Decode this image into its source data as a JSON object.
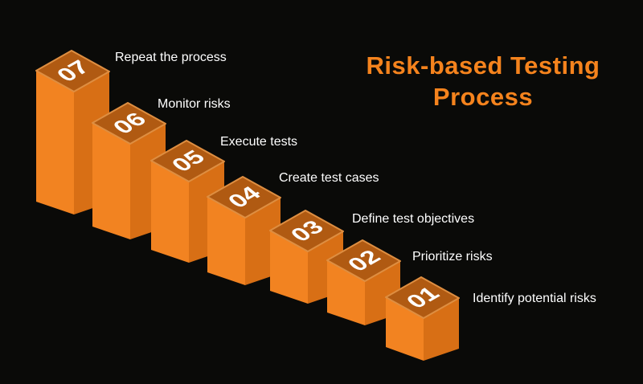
{
  "title": "Risk-based Testing Process",
  "colors": {
    "background": "#0a0a08",
    "accent": "#F5831D",
    "front_face": "#F28321",
    "side_face": "#D86F15",
    "top_face": "#B05A12",
    "top_border": "#DE8E41",
    "label_text": "#ffffff"
  },
  "steps": [
    {
      "number": "07",
      "label": "Repeat the process"
    },
    {
      "number": "06",
      "label": "Monitor risks"
    },
    {
      "number": "05",
      "label": "Execute tests"
    },
    {
      "number": "04",
      "label": "Create test cases"
    },
    {
      "number": "03",
      "label": "Define test objectives"
    },
    {
      "number": "02",
      "label": "Prioritize risks"
    },
    {
      "number": "01",
      "label": "Identify potential risks"
    }
  ]
}
